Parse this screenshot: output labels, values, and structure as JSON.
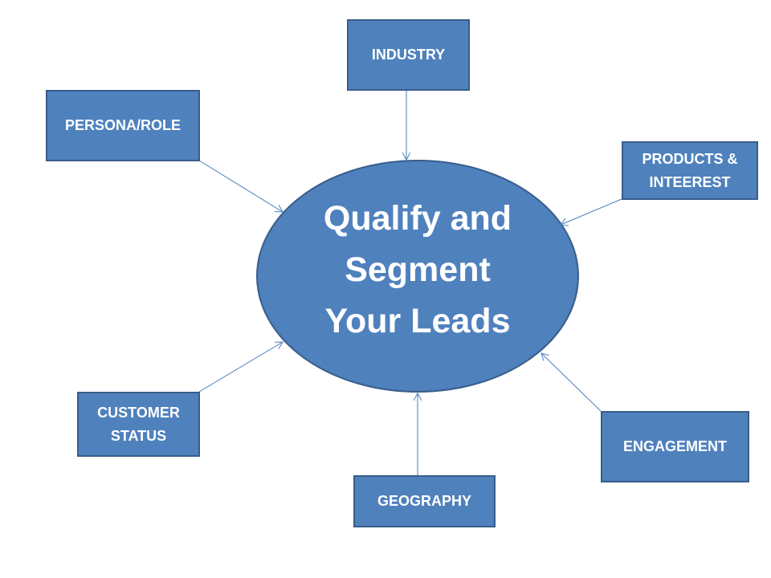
{
  "center": {
    "line1": "Qualify and",
    "line2": "Segment",
    "line3": "Your Leads"
  },
  "nodes": {
    "industry": "INDUSTRY",
    "persona": "PERSONA/ROLE",
    "products_line1": "PRODUCTS &",
    "products_line2": "INTEEREST",
    "customer_line1": "CUSTOMER",
    "customer_line2": "STATUS",
    "engagement": "ENGAGEMENT",
    "geography": "GEOGRAPHY"
  },
  "colors": {
    "fill": "#4F81BD",
    "border": "#385D8A",
    "arrow": "#4A7EBB"
  }
}
